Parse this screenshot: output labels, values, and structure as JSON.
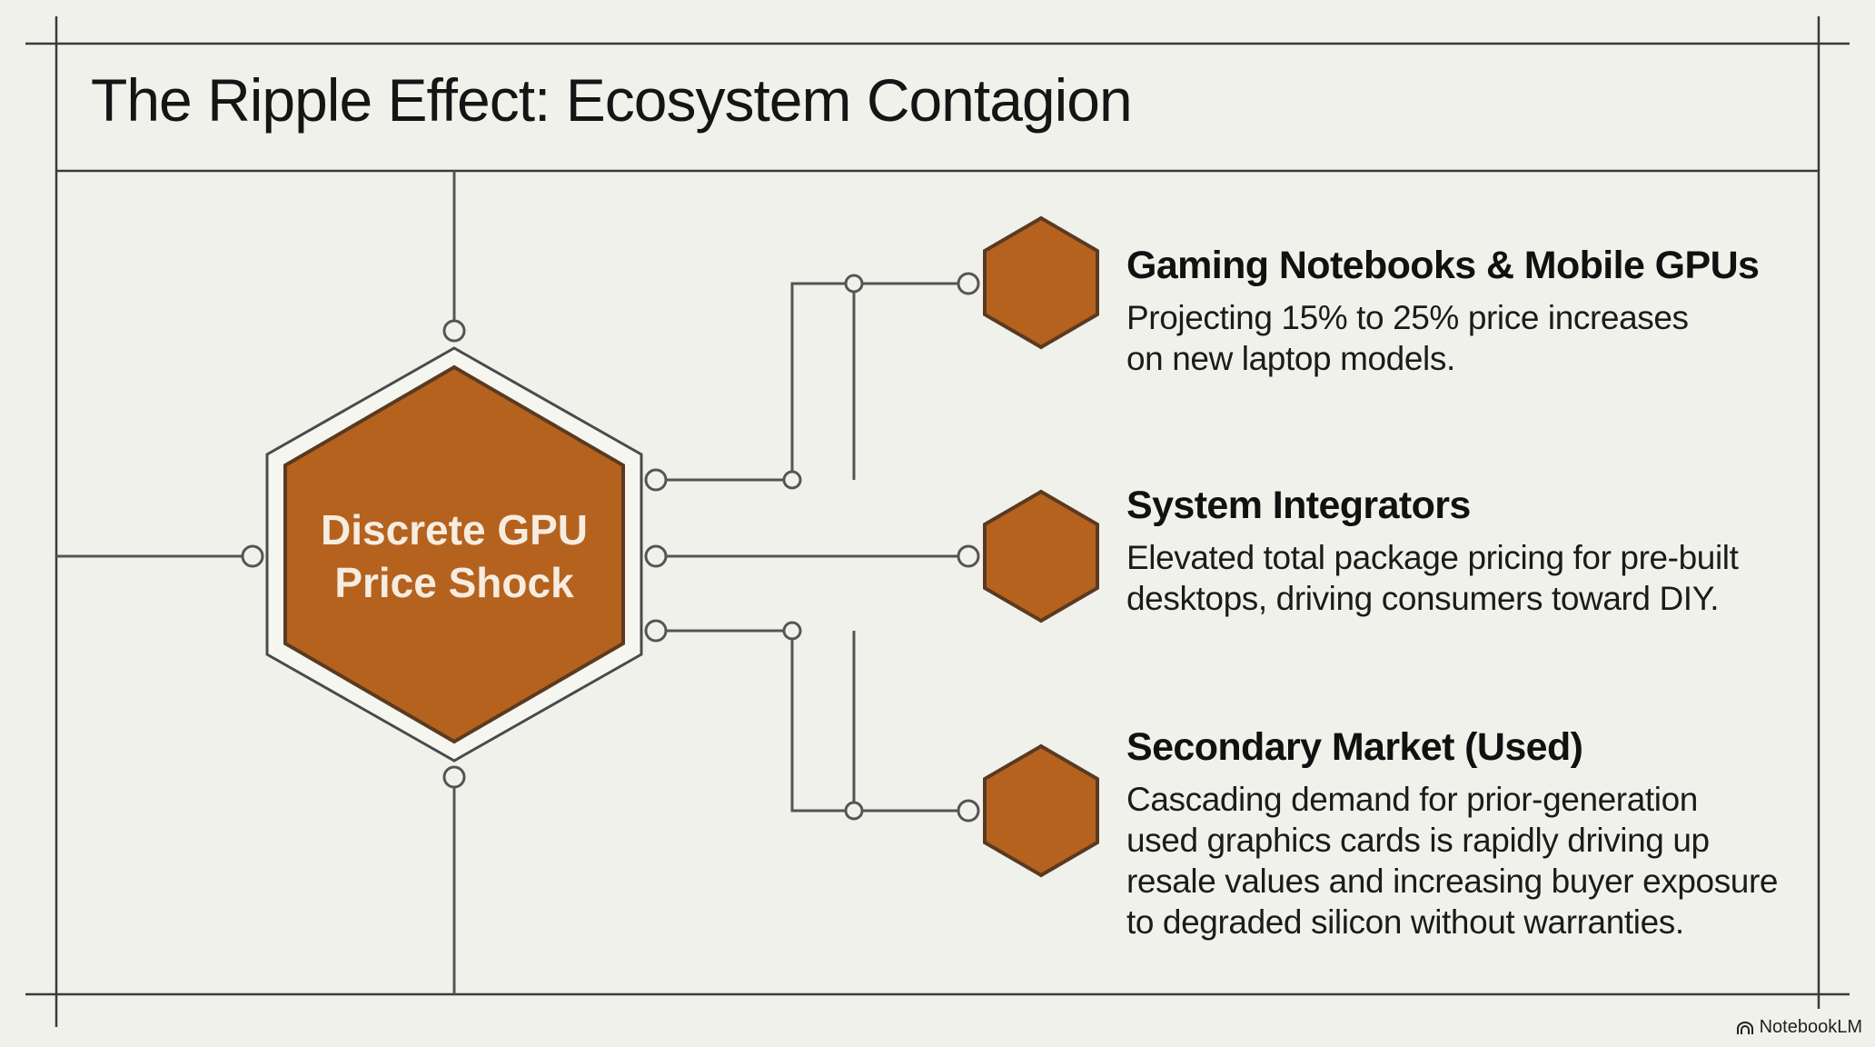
{
  "title": "The Ripple Effect: Ecosystem Contagion",
  "core": {
    "lines": [
      "Discrete GPU",
      "Price Shock"
    ]
  },
  "items": [
    {
      "title": "Gaming Notebooks & Mobile GPUs",
      "lines": [
        "Projecting 15% to 25% price increases",
        "on new laptop models."
      ]
    },
    {
      "title": "System Integrators",
      "lines": [
        "Elevated total package pricing for pre-built",
        "desktops, driving consumers toward DIY."
      ]
    },
    {
      "title": "Secondary Market (Used)",
      "lines": [
        "Cascading demand for prior-generation",
        "used graphics cards is rapidly driving up",
        "resale values and increasing buyer exposure",
        "to degraded silicon without warranties."
      ]
    }
  ],
  "brand": {
    "icon": "notebooklm-logo-icon",
    "label": "NotebookLM"
  },
  "colors": {
    "hex_fill": "#b5621f",
    "hex_stroke": "#5a3a20",
    "line": "#555555",
    "background": "#f1f1ec"
  }
}
